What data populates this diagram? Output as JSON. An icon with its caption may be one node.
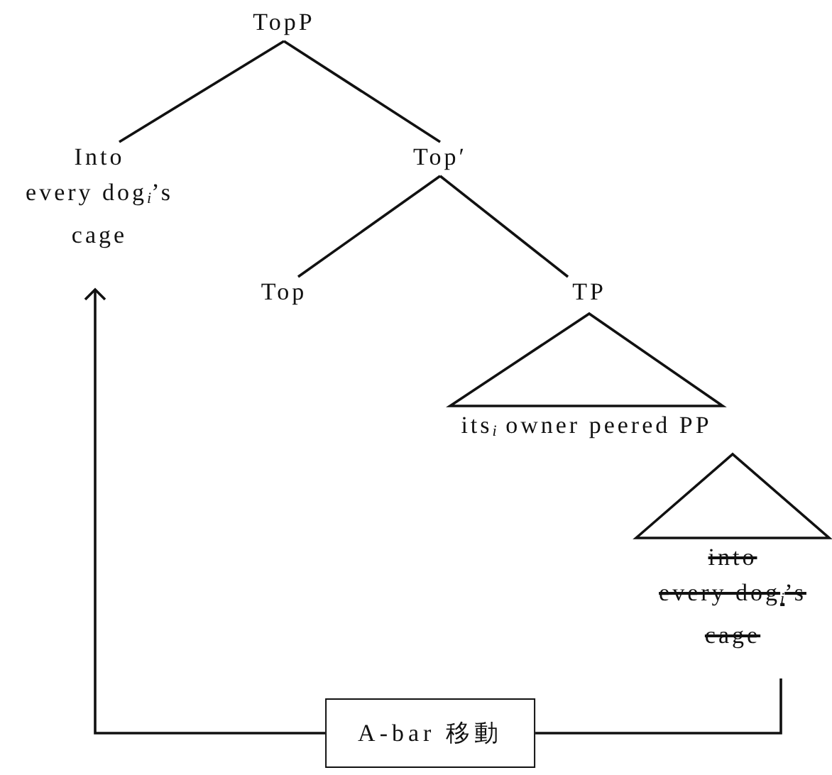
{
  "diagram": {
    "nodes": [
      {
        "text": [
          "TopP"
        ]
      },
      {
        "text": [
          "Into every dog$_{i}$’s cage"
        ]
      },
      {
        "text": [
          "Top′"
        ]
      },
      {
        "text": [
          "Top"
        ]
      },
      {
        "text": [
          "TP"
        ]
      },
      {
        "text": [
          "its$_{i}$ owner peered PP"
        ]
      },
      {
        "text": [
          "into every dog$_{i}$’s cage"
        ]
      },
      {
        "text": [
          "A-bar 移動"
        ]
      }
    ],
    "edges": [
      {
        "from": 0,
        "to": 1,
        "arrow": "none"
      },
      {
        "from": 0,
        "to": 2,
        "arrow": "none"
      },
      {
        "from": 2,
        "to": 3,
        "arrow": "none"
      },
      {
        "from": 2,
        "to": 4,
        "arrow": "none"
      },
      {
        "from": 4,
        "to": 5,
        "arrow": "none"
      },
      {
        "from": 5,
        "to": 6,
        "arrow": "none"
      },
      {
        "from": 6,
        "to": 7,
        "arrow": "none"
      },
      {
        "from": 7,
        "to": 1,
        "arrow": "to"
      }
    ]
  }
}
